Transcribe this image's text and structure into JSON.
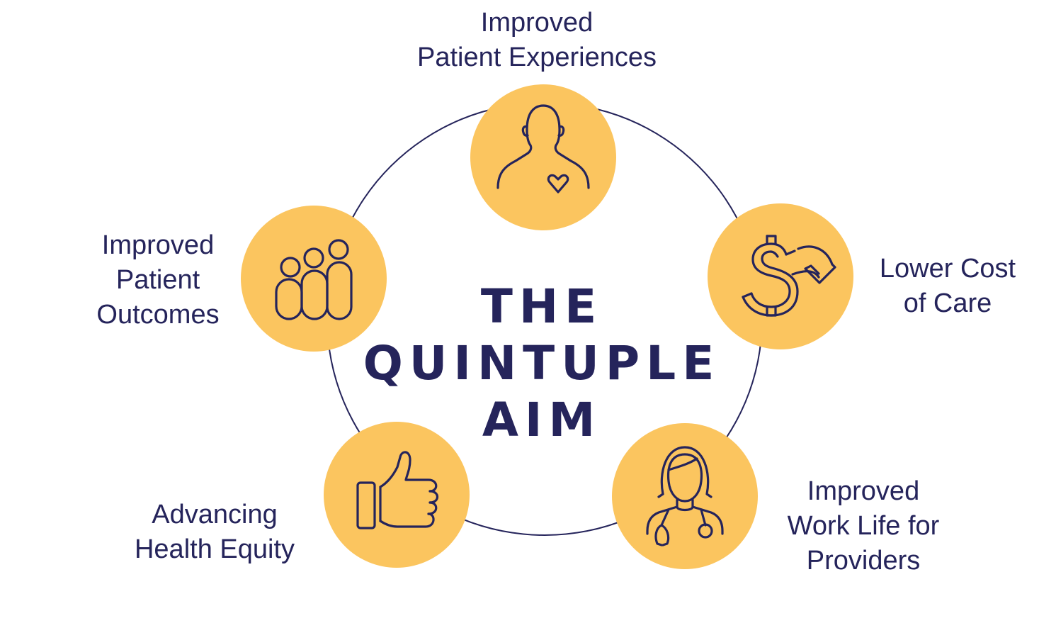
{
  "title": {
    "line1": "THE",
    "line2": "QUINTUPLE",
    "line3": "AIM"
  },
  "aims": [
    {
      "lines": [
        "Improved",
        "Patient Experiences"
      ],
      "icon": "patient-heart-icon"
    },
    {
      "lines": [
        "Lower Cost",
        "of Care"
      ],
      "icon": "dollar-down-arrow-icon"
    },
    {
      "lines": [
        "Improved",
        "Work Life for",
        "Providers"
      ],
      "icon": "doctor-stethoscope-icon"
    },
    {
      "lines": [
        "Advancing",
        "Health Equity"
      ],
      "icon": "thumbs-up-icon"
    },
    {
      "lines": [
        "Improved",
        "Patient",
        "Outcomes"
      ],
      "icon": "group-of-people-icon"
    }
  ],
  "colors": {
    "primary": "#25245b",
    "accent": "#fbc55f",
    "background": "#ffffff"
  }
}
